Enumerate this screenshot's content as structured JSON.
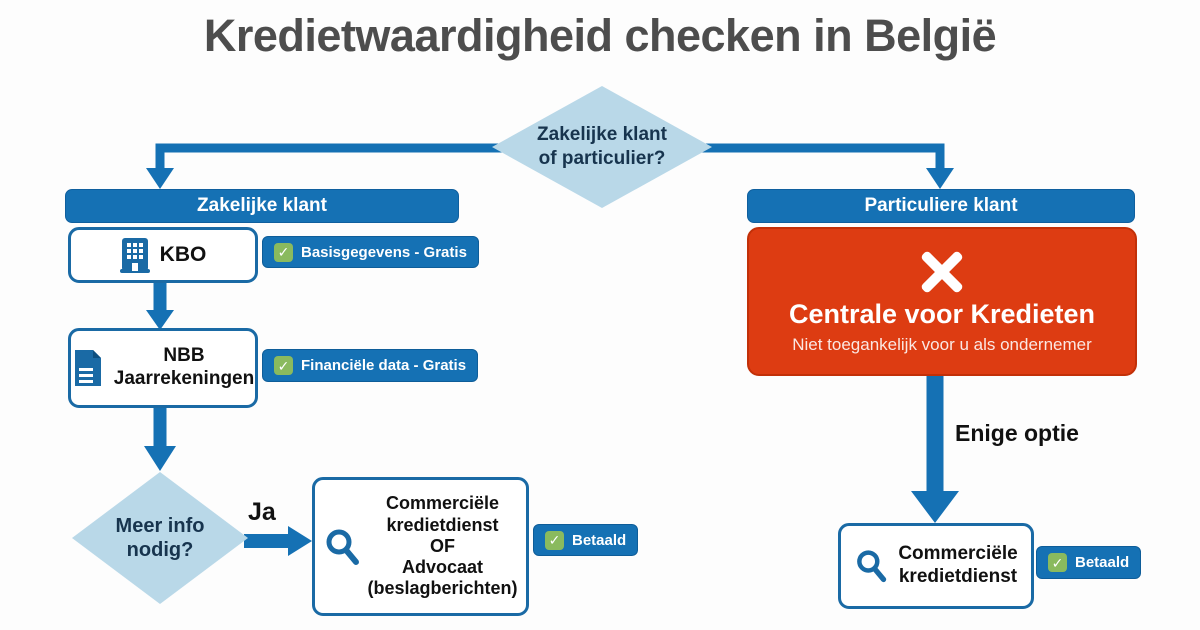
{
  "title": "Kredietwaardigheid checken in België",
  "decision_root": {
    "line1": "Zakelijke klant",
    "line2": "of particulier?"
  },
  "left_branch": {
    "header": "Zakelijke klant",
    "kbo": {
      "label": "KBO",
      "badge": "Basisgegevens - Gratis"
    },
    "nbb": {
      "line1": "NBB",
      "line2": "Jaarrekeningen",
      "badge": "Financiële data - Gratis"
    },
    "decision": {
      "line1": "Meer info",
      "line2": "nodig?"
    },
    "yes_label": "Ja",
    "result": {
      "lines": [
        "Commerciële",
        "kredietdienst",
        "OF",
        "Advocaat",
        "(beslagberichten)"
      ],
      "badge": "Betaald"
    }
  },
  "right_branch": {
    "header": "Particuliere klant",
    "blocked": {
      "title": "Centrale voor Kredieten",
      "subtitle": "Niet toegankelijk voor u als ondernemer"
    },
    "only_option_label": "Enige optie",
    "result": {
      "line1": "Commerciële",
      "line2": "kredietdienst",
      "badge": "Betaald"
    }
  },
  "icons": {
    "check": "✓"
  },
  "colors": {
    "primary_blue": "#1571b4",
    "light_blue": "#b9d8e8",
    "blocked_red": "#dd3c12",
    "check_green": "#8aba5e",
    "title_gray": "#4d4d4d"
  }
}
